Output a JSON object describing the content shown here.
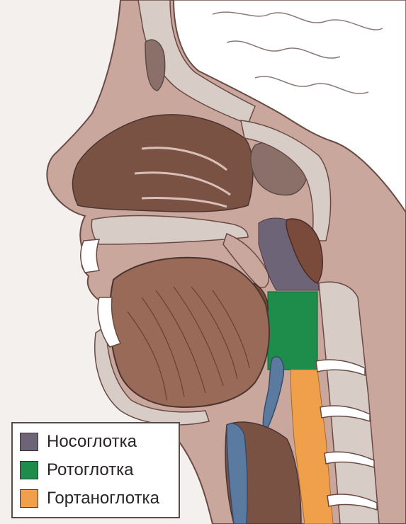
{
  "legend": {
    "items": [
      {
        "label": "Носоглотка",
        "color": "#6e6478"
      },
      {
        "label": "Ротоглотка",
        "color": "#1e8c4a"
      },
      {
        "label": "Гортаноглотка",
        "color": "#f0a04a"
      }
    ]
  },
  "colors": {
    "skin": "#c9a79d",
    "skin_outline": "#6a4a44",
    "bone": "#d8ccc6",
    "bone_dots": "#5a4a48",
    "muscle": "#7a5244",
    "muscle_light": "#9a6a58",
    "brain_bg": "#ffffff",
    "cartilage": "#5a7aa0",
    "nasopharynx": "#6e6478",
    "oropharynx": "#1e8c4a",
    "laryngopharynx": "#f0a04a"
  }
}
